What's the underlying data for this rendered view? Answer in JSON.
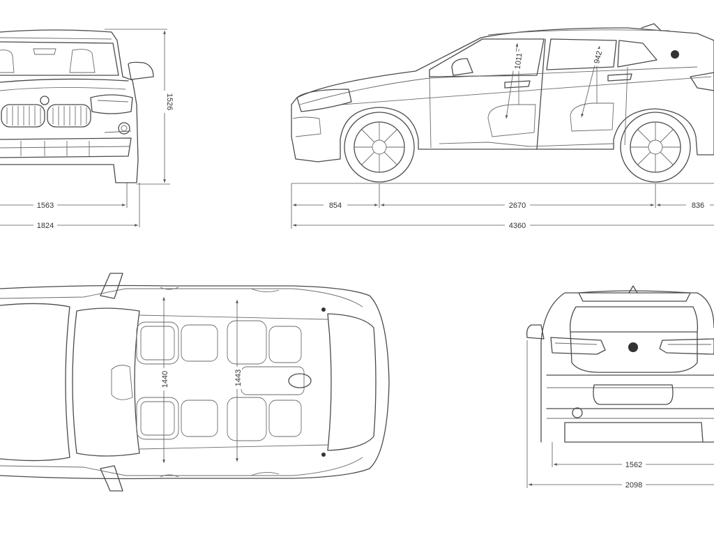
{
  "front_view": {
    "height": "1526",
    "track": "1563",
    "width": "1824"
  },
  "side_view": {
    "front_overhang": "854",
    "wheelbase": "2670",
    "rear_overhang": "836",
    "length": "4360",
    "front_headroom": "1011",
    "rear_headroom": "942"
  },
  "top_view": {
    "front_shoulder_width": "1440",
    "rear_shoulder_width": "1443"
  },
  "rear_view": {
    "track": "1562",
    "width_with_mirrors": "2098"
  },
  "colors": {
    "line": "#4a4a4a",
    "dimension": "#555555",
    "background": "#ffffff"
  }
}
